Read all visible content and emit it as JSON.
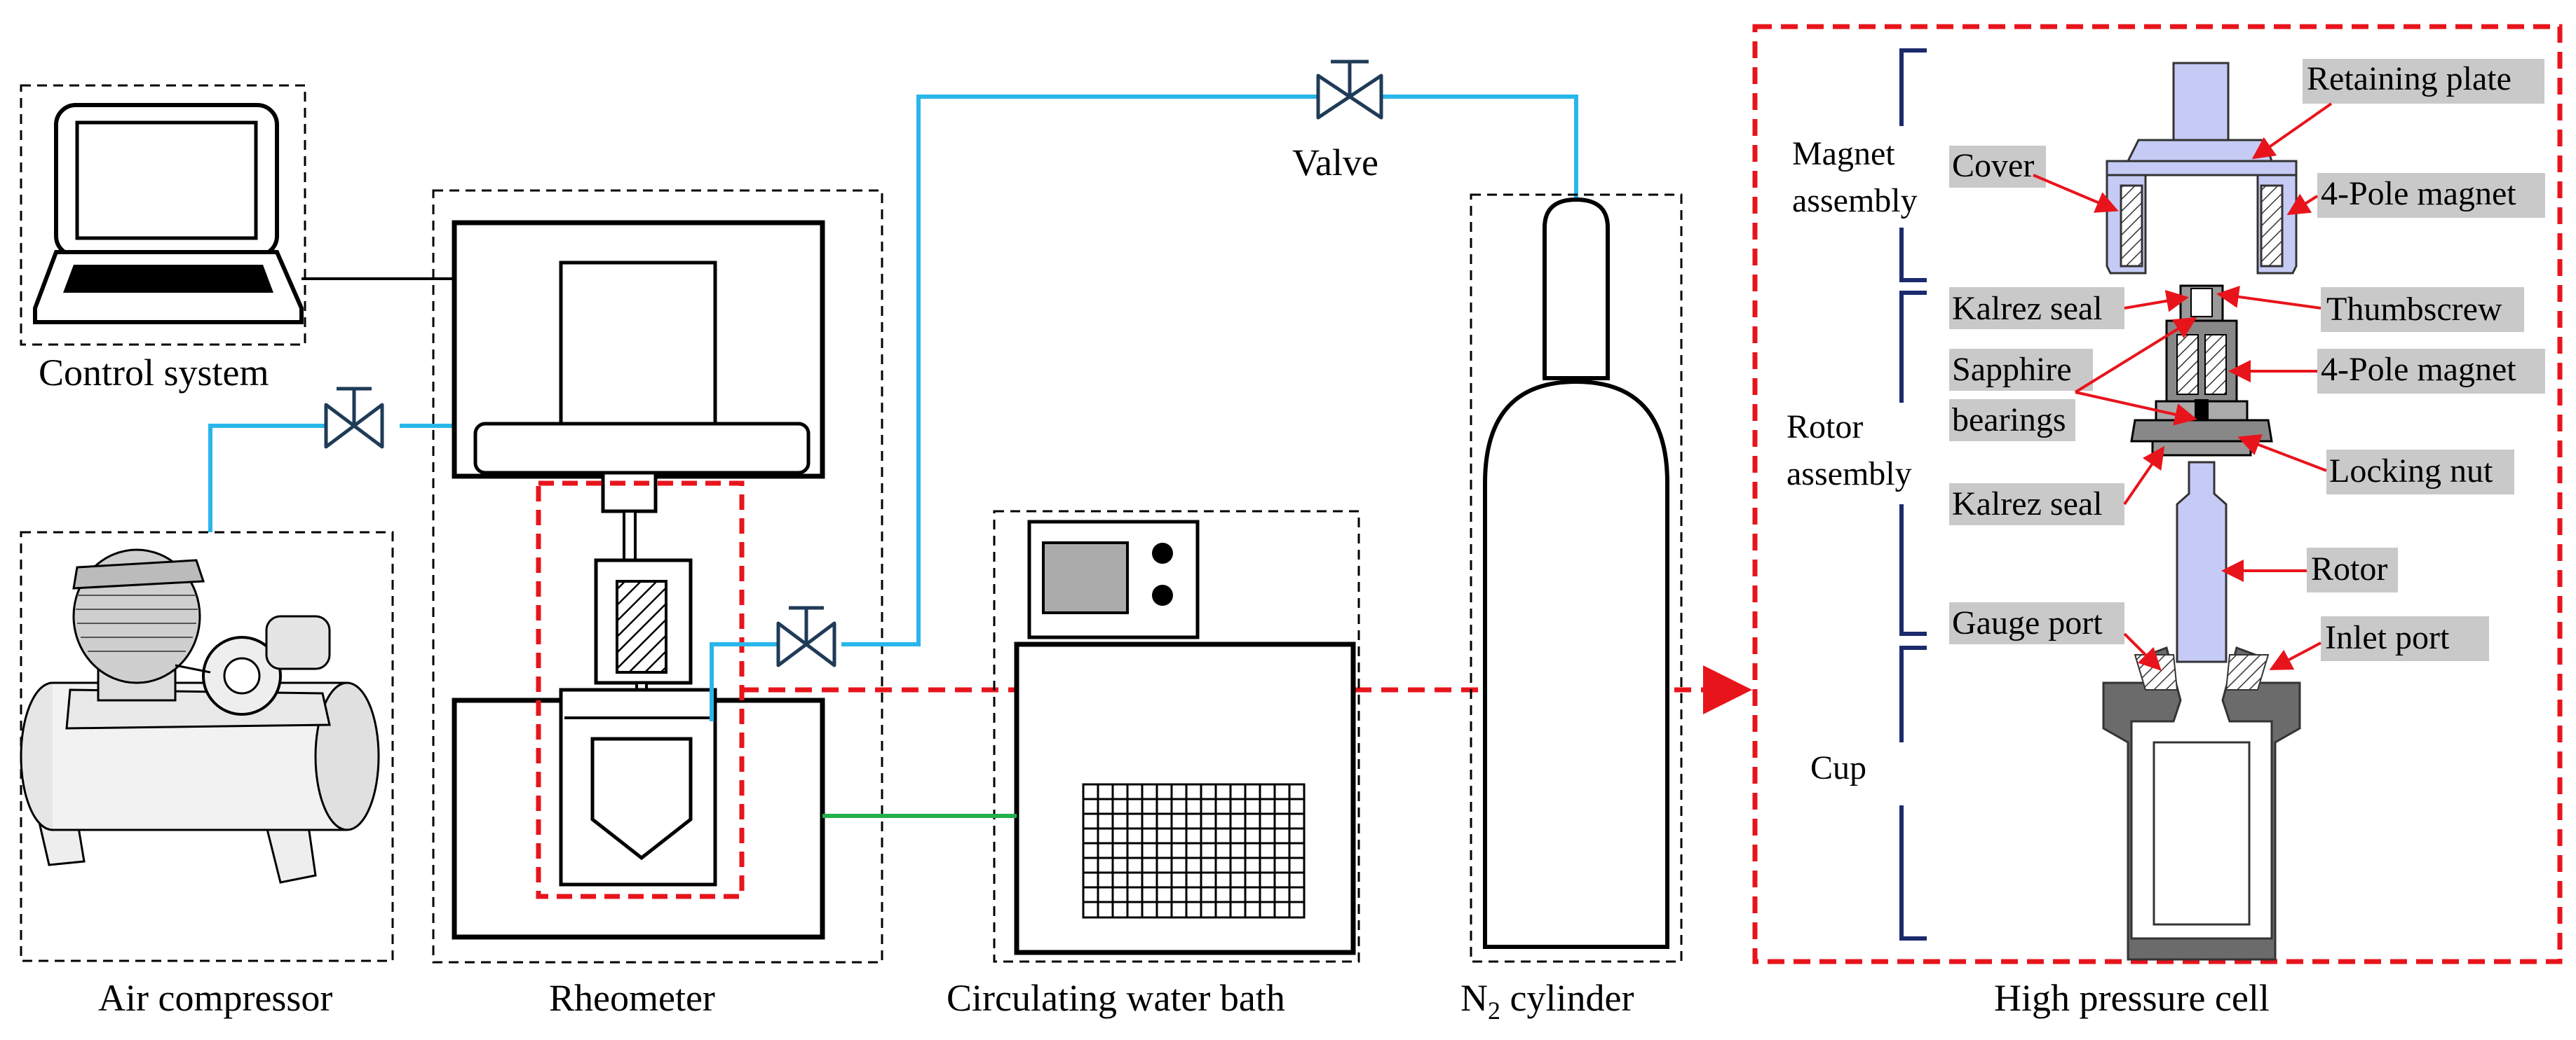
{
  "captions": {
    "control_system": "Control system",
    "air_compressor": "Air compressor",
    "rheometer": "Rheometer",
    "water_bath": "Circulating water bath",
    "n2_cylinder_main": "N",
    "n2_cylinder_sub": "2",
    "n2_cylinder_rest": " cylinder",
    "high_pressure_cell": "High pressure cell",
    "valve": "Valve"
  },
  "cell": {
    "groups": {
      "magnet_line1": "Magnet",
      "magnet_line2": "assembly",
      "rotor_line1": "Rotor",
      "rotor_line2": "assembly",
      "cup": "Cup"
    },
    "parts": {
      "retaining_plate": "Retaining plate",
      "cover": "Cover",
      "four_pole_magnet_top": "4-Pole magnet",
      "kalrez_seal_top": "Kalrez seal",
      "thumbscrew": "Thumbscrew",
      "sapphire_line1": "Sapphire",
      "sapphire_line2": "bearings",
      "four_pole_magnet_mid": "4-Pole magnet",
      "locking_nut": "Locking nut",
      "kalrez_seal_bottom": "Kalrez seal",
      "rotor": "Rotor",
      "gauge_port": "Gauge port",
      "inlet_port": "Inlet port"
    }
  },
  "colors": {
    "gas_line": "#29b6ea",
    "water_line": "#22b04b",
    "valve": "#1f3b57",
    "highlight_border": "#e8141c",
    "arrow": "#e8141c",
    "label_highlight": "#c9c9c9",
    "rotor_fill": "#c5cbf5",
    "cup_fill": "#6b6b6b",
    "bracket": "#1a2a6c"
  }
}
